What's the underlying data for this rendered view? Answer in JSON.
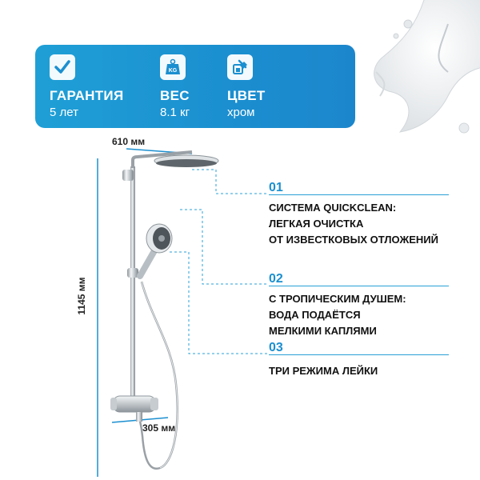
{
  "specs": [
    {
      "label": "ГАРАНТИЯ",
      "value": "5 лет",
      "icon": "checkmark-icon"
    },
    {
      "label": "ВЕС",
      "value": "8.1 кг",
      "icon": "weight-icon",
      "icon_text": "KG"
    },
    {
      "label": "ЦВЕТ",
      "value": "хром",
      "icon": "paint-bucket-icon"
    }
  ],
  "dimensions": {
    "width_top": "610 мм",
    "height": "1145 мм",
    "width_bottom": "305 мм"
  },
  "features": [
    {
      "num": "01",
      "lines": [
        "СИСТЕМА QUICKCLEAN:",
        "ЛЕГКАЯ ОЧИСТКА",
        "ОТ ИЗВЕСТКОВЫХ ОТЛОЖЕНИЙ"
      ]
    },
    {
      "num": "02",
      "lines": [
        "С ТРОПИЧЕСКИМ ДУШЕМ:",
        "ВОДА ПОДАЁТСЯ",
        "МЕЛКИМИ КАПЛЯМИ"
      ]
    },
    {
      "num": "03",
      "lines": [
        "ТРИ РЕЖИМА ЛЕЙКИ"
      ]
    }
  ],
  "colors": {
    "accent": "#1b8fd0",
    "banner": "#1f9fd6",
    "chrome": "#c9ced3"
  }
}
